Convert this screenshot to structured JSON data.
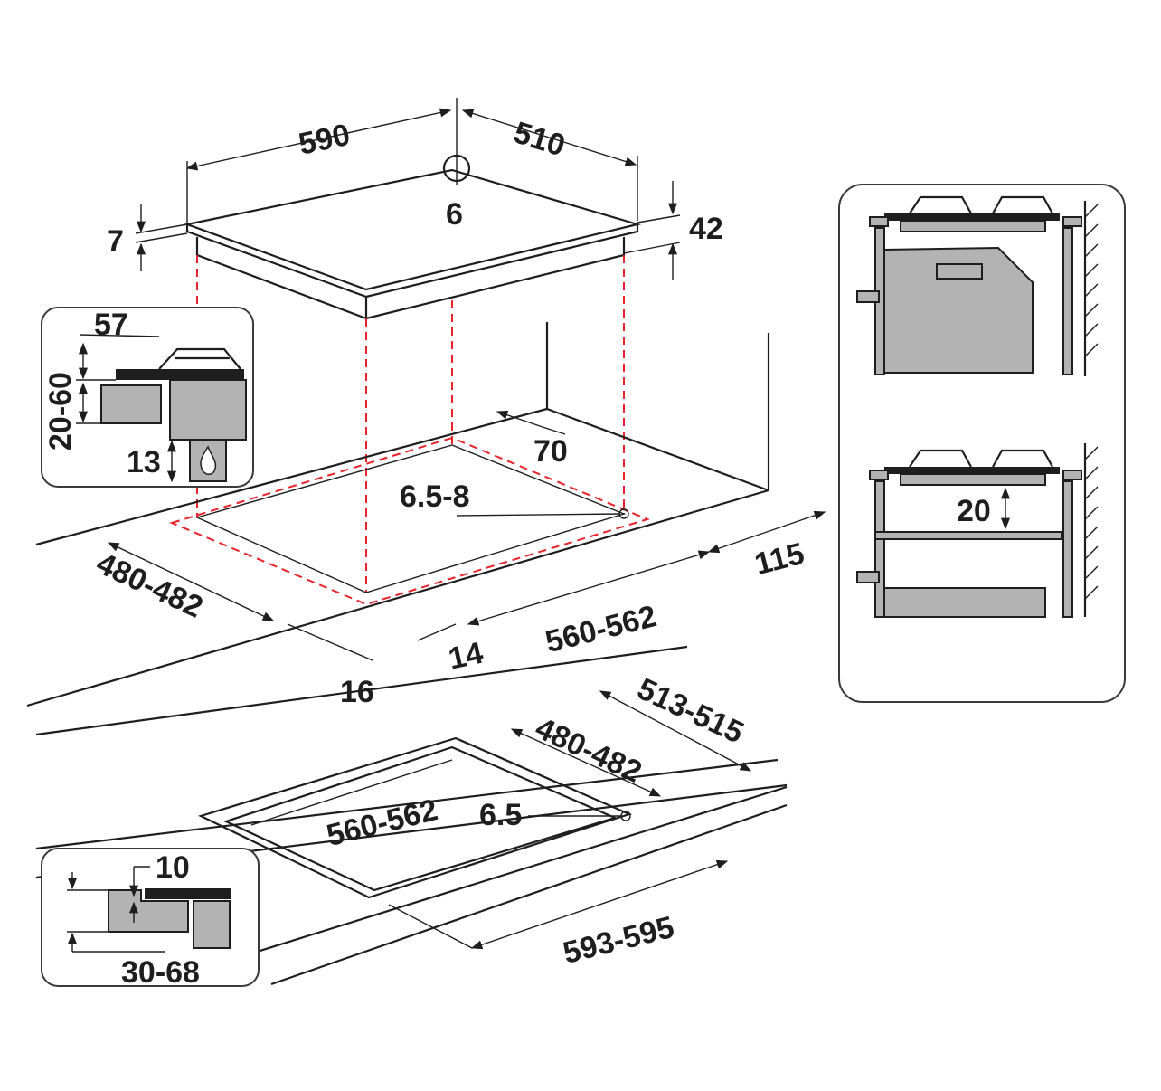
{
  "colors": {
    "line": "#1e1e1e",
    "cut_guide": "#e8232a",
    "fill_grey": "#b3b3b3",
    "background": "#ffffff"
  },
  "top_view": {
    "width_label": "590",
    "depth_label": "510",
    "hole_label": "6",
    "glass_label": "7",
    "height_label": "42"
  },
  "cutout_view": {
    "back_label": "70",
    "corner_label": "6.5-8",
    "side_label": "115",
    "depth_label": "480-482",
    "width_label": "560-562",
    "front_label": "14",
    "edge_label": "16"
  },
  "flush_view": {
    "outer_depth_label": "513-515",
    "inner_depth_label": "480-482",
    "inner_width_label": "560-562",
    "corner_label": "6.5",
    "outer_width_label": "593-595"
  },
  "inset_gas": {
    "top_label": "57",
    "height_label": "20-60",
    "bottom_label": "13",
    "icon": "gas-flame-icon"
  },
  "inset_flush": {
    "step_label": "10",
    "thickness_label": "30-68"
  },
  "inset_cabinet": {
    "gap_label": "20"
  }
}
